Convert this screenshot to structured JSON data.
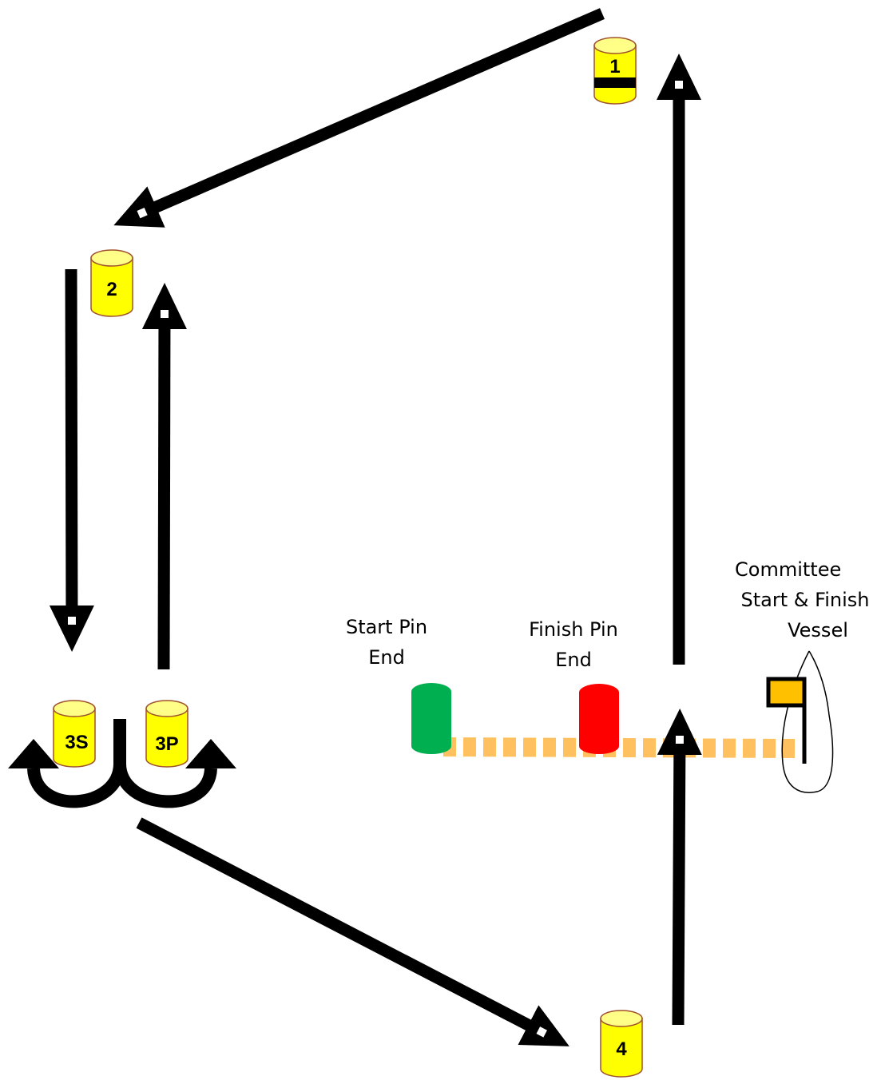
{
  "diagram": {
    "marks": {
      "mark_1": "1",
      "mark_2": "2",
      "mark_3s": "3S",
      "mark_3p": "3P",
      "mark_4": "4"
    },
    "captions": {
      "start_pin": [
        "Start Pin",
        "End"
      ],
      "finish_pin": [
        "Finish Pin",
        "End"
      ],
      "committee": [
        "Committee",
        "Start & Finish",
        "Vessel"
      ]
    },
    "colors": {
      "mark_fill": "#FFFF00",
      "mark_outline": "#A0522D",
      "start_pin": "#00B050",
      "finish_pin": "#FF0000",
      "line": "#FFC060",
      "flag": "#FFC000",
      "arrow": "#000000"
    }
  }
}
